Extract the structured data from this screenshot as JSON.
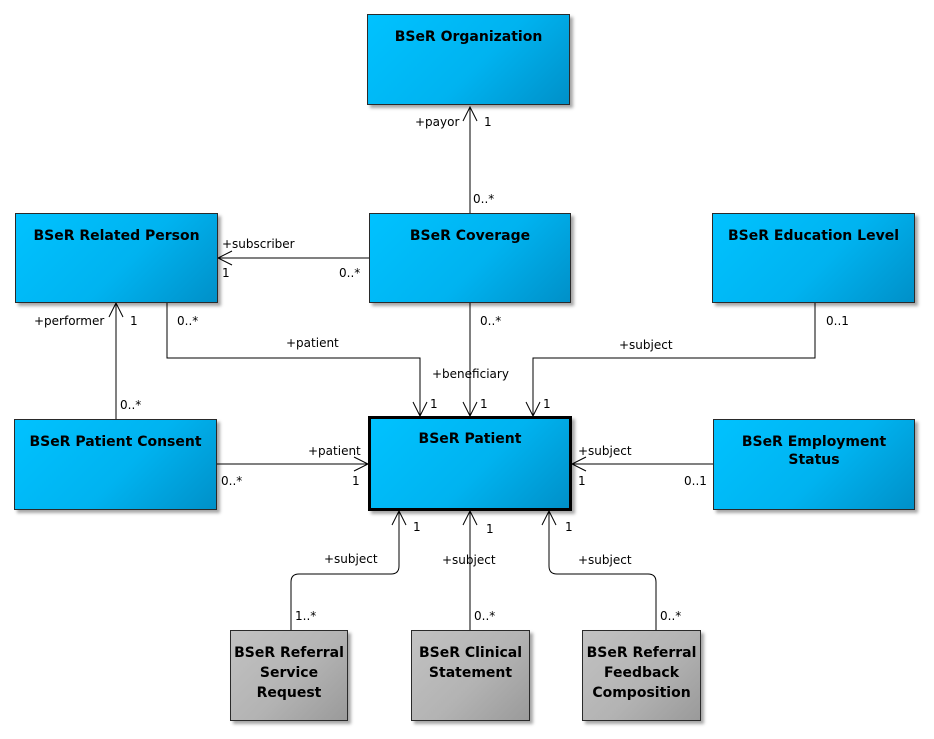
{
  "classes": {
    "organization": "BSeR Organization",
    "related_person": "BSeR Related Person",
    "coverage": "BSeR Coverage",
    "education_level": "BSeR Education Level",
    "patient_consent": "BSeR Patient Consent",
    "patient": "BSeR Patient",
    "employment_status": "BSeR Employment Status",
    "referral_service_request": "BSeR Referral Service Request",
    "clinical_statement": "BSeR Clinical Statement",
    "referral_feedback_composition": "BSeR Referral Feedback Composition"
  },
  "associations": {
    "payor": {
      "role": "+payor",
      "target_mult": "1",
      "source_mult": "0..*"
    },
    "subscriber": {
      "role": "+subscriber",
      "target_mult": "1",
      "source_mult": "0..*"
    },
    "related_patient": {
      "role": "+patient",
      "target_mult": "1",
      "source_mult": "0..*"
    },
    "beneficiary": {
      "role": "+beneficiary",
      "target_mult": "1",
      "source_mult": "0..*"
    },
    "education_subject": {
      "role": "+subject",
      "target_mult": "1",
      "source_mult": "0..1"
    },
    "performer": {
      "role": "+performer",
      "target_mult": "1",
      "source_mult": "0..*"
    },
    "consent_patient": {
      "role": "+patient",
      "target_mult": "1",
      "source_mult": "0..*"
    },
    "employment_subject": {
      "role": "+subject",
      "target_mult": "1",
      "source_mult": "0..1"
    },
    "referral_subject": {
      "role": "+subject",
      "target_mult": "1",
      "source_mult": "1..*"
    },
    "clinical_subject": {
      "role": "+subject",
      "target_mult": "1",
      "source_mult": "0..*"
    },
    "feedback_subject": {
      "role": "+subject",
      "target_mult": "1",
      "source_mult": "0..*"
    }
  },
  "colors": {
    "class_fill": "#00b3f0",
    "referenced_fill": "#b3b3b3",
    "line": "#000000"
  }
}
